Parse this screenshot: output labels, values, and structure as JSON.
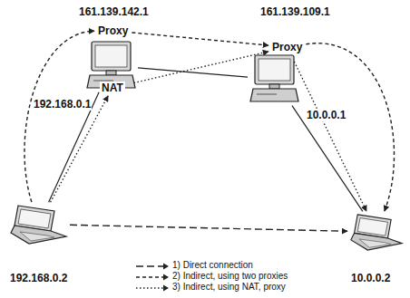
{
  "diagram": {
    "nodes": [
      {
        "text": [
          "161.139.142.1",
          "192.168.0.1"
        ]
      },
      {
        "text": [
          "161.139.109.1",
          "10.0.0.1"
        ]
      },
      {
        "text": [
          "192.168.0.2"
        ]
      },
      {
        "text": [
          "10.0.0.2"
        ]
      },
      {
        "text": [
          "Proxy"
        ]
      },
      {
        "text": [
          "Proxy"
        ]
      },
      {
        "text": [
          "NAT"
        ]
      }
    ],
    "edges": [
      {
        "from": 2,
        "to": 0,
        "arrow": "none"
      },
      {
        "from": 0,
        "to": 1,
        "arrow": "none"
      },
      {
        "from": 1,
        "to": 3,
        "arrow": "none"
      },
      {
        "from": 2,
        "to": 3,
        "arrow": "to"
      },
      {
        "from": 2,
        "to": 4,
        "arrow": "to"
      },
      {
        "from": 4,
        "to": 5,
        "arrow": "to"
      },
      {
        "from": 5,
        "to": 3,
        "arrow": "to"
      },
      {
        "from": 2,
        "to": 6,
        "arrow": "to"
      },
      {
        "from": 6,
        "to": 5,
        "arrow": "to"
      },
      {
        "from": 5,
        "to": 3,
        "arrow": "to"
      }
    ],
    "legend": [
      {
        "text": "1) Direct connection"
      },
      {
        "text": "2) Indirect, using two proxies"
      },
      {
        "text": "3) Indirect, using NAT, proxy"
      }
    ]
  }
}
